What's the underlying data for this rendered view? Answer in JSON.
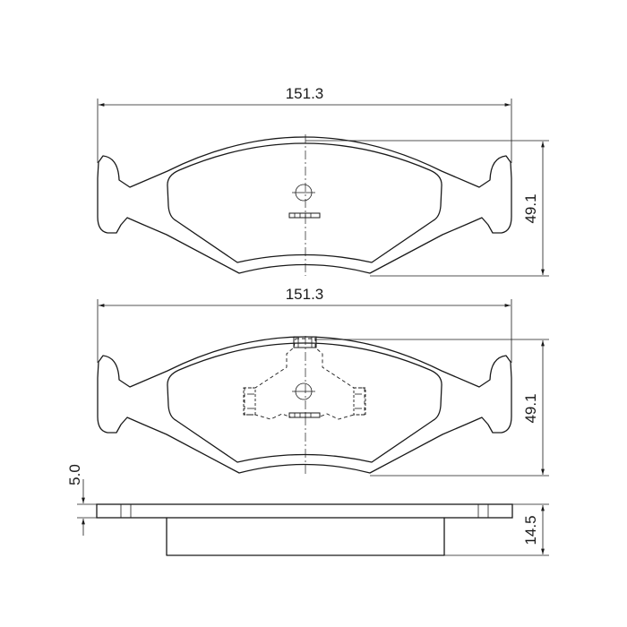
{
  "dimensions": {
    "top_view_width": "151.3",
    "top_view_height": "49.1",
    "bottom_view_width": "151.3",
    "bottom_view_height": "49.1",
    "backplate_thickness": "5.0",
    "total_thickness": "14.5"
  }
}
